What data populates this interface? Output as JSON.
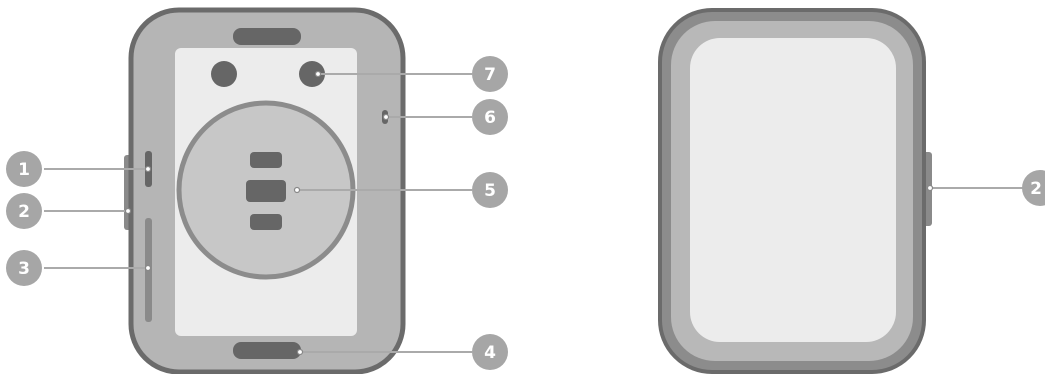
{
  "callouts": [
    {
      "id": "1"
    },
    {
      "id": "2"
    },
    {
      "id": "3"
    },
    {
      "id": "4"
    },
    {
      "id": "5"
    },
    {
      "id": "6"
    },
    {
      "id": "7"
    },
    {
      "id": "2"
    }
  ],
  "colors": {
    "body_outline": "#6b6b6b",
    "body_fill": "#b3b3b3",
    "panel_fill": "#ececec",
    "sensor_ring": "#8c8c8c",
    "sensor_fill": "#c7c7c7",
    "dark_part": "#666666",
    "leader_line": "#aaaaaa",
    "callout_circle": "#a6a6a6",
    "callout_text": "#ffffff"
  },
  "icons": {
    "back_view": "watch-back-diagram",
    "front_view": "watch-front-diagram"
  }
}
